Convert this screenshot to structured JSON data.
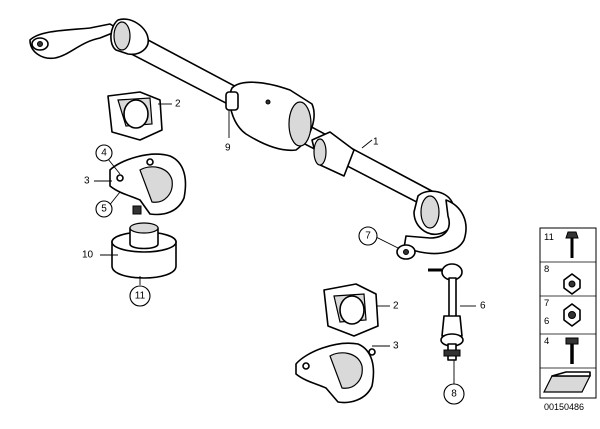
{
  "callouts": {
    "c1": "1",
    "c2_upper": "2",
    "c2_lower": "2",
    "c3_left": "3",
    "c3_lower": "3",
    "c4": "4",
    "c5": "5",
    "c6": "6",
    "c7": "7",
    "c8_rod": "8",
    "c9": "9",
    "c10": "10",
    "c11": "11"
  },
  "legend": {
    "items": [
      "11",
      "8",
      "7",
      "6",
      "4"
    ]
  },
  "diagram_code": "00150486"
}
